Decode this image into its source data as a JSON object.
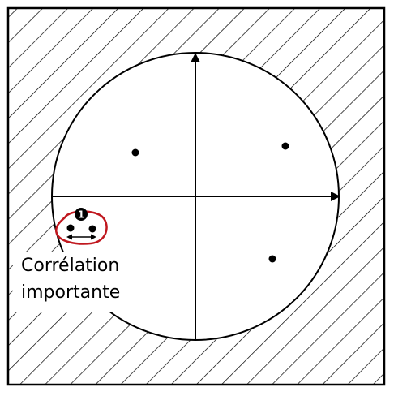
{
  "colors": {
    "outline": "#000000",
    "hatch": "#000000",
    "background": "#ffffff",
    "highlight": "#c0181f"
  },
  "marker": {
    "number": "1",
    "icon": "double-arrow-icon"
  },
  "label": {
    "line1": "Corrélation",
    "line2": "importante"
  }
}
